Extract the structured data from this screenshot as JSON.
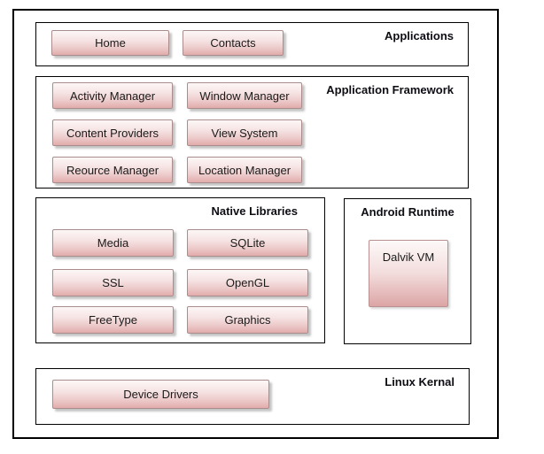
{
  "sections": {
    "applications": {
      "label": "Applications",
      "buttons": {
        "home": "Home",
        "contacts": "Contacts"
      }
    },
    "application_framework": {
      "label": "Application Framework",
      "buttons": {
        "activity_manager": "Activity Manager",
        "window_manager": "Window Manager",
        "content_providers": "Content Providers",
        "view_system": "View System",
        "resource_manager": "Reource Manager",
        "location_manager": "Location Manager"
      }
    },
    "native_libraries": {
      "label": "Native Libraries",
      "buttons": {
        "media": "Media",
        "sqlite": "SQLite",
        "ssl": "SSL",
        "opengl": "OpenGL",
        "freetype": "FreeType",
        "graphics": "Graphics"
      }
    },
    "android_runtime": {
      "label": "Android Runtime",
      "buttons": {
        "dalvik_vm": "Dalvik VM"
      }
    },
    "linux_kernel": {
      "label": "Linux Kernal",
      "buttons": {
        "device_drivers": "Device Drivers"
      }
    }
  },
  "colors": {
    "section_border": "#000000",
    "header_text": "#0d0d14",
    "node_text": "#1a1a1a",
    "node_border": "#a98d8d",
    "node_gradient_top": "#fdf7f7",
    "node_gradient_bottom": "#e2abab",
    "shadow": "#7d7d7d",
    "background": "#ffffff"
  }
}
